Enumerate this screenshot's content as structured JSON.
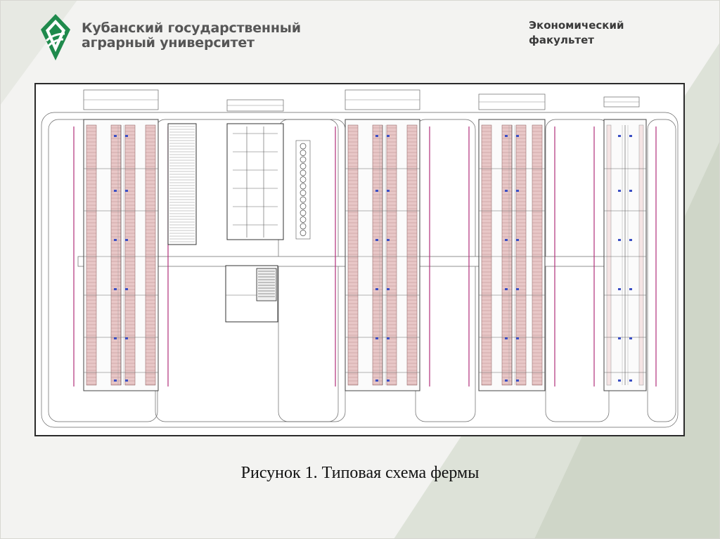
{
  "header": {
    "university_line1": "Кубанский государственный",
    "university_line2": "аграрный университет",
    "faculty_line1": "Экономический",
    "faculty_line2": "факультет",
    "logo_icon": "leaf-logo-icon",
    "accent_color": "#1f8a4c"
  },
  "figure": {
    "caption": "Рисунок 1. Типовая схема фермы",
    "icon": "farm-blueprint-drawing"
  },
  "colors": {
    "stall_fill": "#e8c7c7",
    "boundary_line": "#b0307a",
    "background_stripe": "#d9dfd3"
  }
}
